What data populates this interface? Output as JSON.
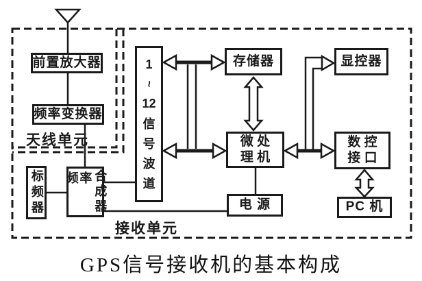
{
  "diagram": {
    "caption": "GPS信号接收机的基本构成",
    "regions": {
      "antenna_unit_label": "天线单元",
      "receiver_unit_label": "接收单元"
    },
    "boxes": {
      "preamp": "前置放大器",
      "freq_converter": "频率变换器",
      "std_freq": "标频器",
      "freq_synth": {
        "col1": "频率",
        "col2": "合成器"
      },
      "channels": {
        "chars": [
          "1",
          "~",
          "12",
          "信",
          "号",
          "波",
          "道"
        ]
      },
      "memory": "存储器",
      "display_ctrl": "显控器",
      "microprocessor": {
        "line1": "微 处",
        "line2": "理 机"
      },
      "dc_interface": {
        "line1": "数 控",
        "line2": "接 口"
      },
      "power": "电 源",
      "pc": "PC 机"
    },
    "icons": {
      "antenna": "antenna-icon"
    },
    "colors": {
      "ink": "#1a1a1a",
      "background": "#ffffff"
    }
  }
}
